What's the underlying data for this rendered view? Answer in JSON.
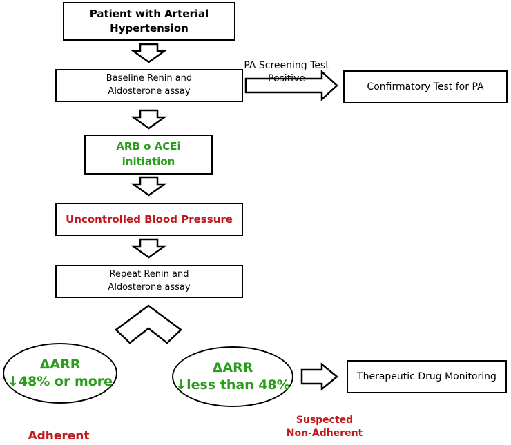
{
  "nodes": {
    "patient": "Patient with Arterial\nHypertension",
    "baseline": "Baseline Renin and\nAldosterone assay",
    "confirmatory": "Confirmatory Test for PA",
    "arb_acei": "ARB o ACEi\ninitiation",
    "uncontrolled": "Uncontrolled Blood Pressure",
    "repeat": "Repeat Renin and\nAldosterone assay",
    "arr_adherent": "ΔARR\n↓48% or more",
    "arr_nonadherent": "ΔARR\n↓less than 48%",
    "tdm": "Therapeutic Drug Monitoring"
  },
  "labels": {
    "pa_screening": "PA Screening Test\nPositive",
    "adherent": "Adherent",
    "suspected": "Suspected\nNon-Adherent"
  },
  "colors": {
    "green": "#2a9d1a",
    "red": "#c0191b",
    "black": "#000000"
  }
}
